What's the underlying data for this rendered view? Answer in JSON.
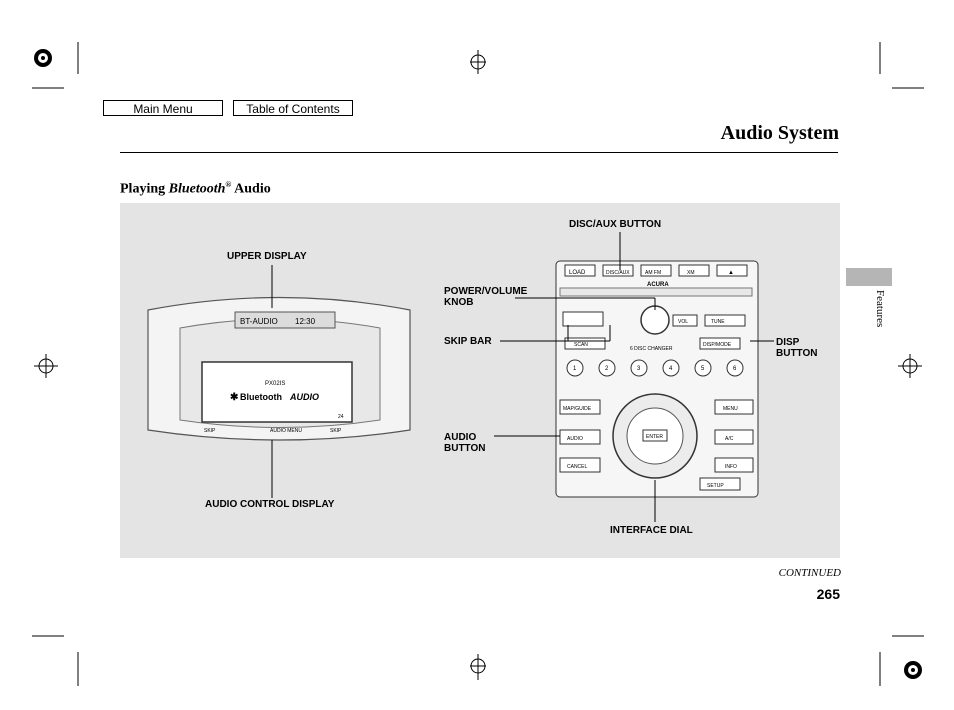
{
  "nav": {
    "main_menu": "Main Menu",
    "table_of_contents": "Table of Contents"
  },
  "header": {
    "title": "Audio System"
  },
  "section": {
    "prefix": "Playing ",
    "italic": "Bluetooth",
    "reg": "®",
    "suffix": " Audio"
  },
  "side_tab": {
    "label": "Features"
  },
  "callouts": {
    "upper_display": "UPPER DISPLAY",
    "disc_aux": "DISC/AUX BUTTON",
    "power_volume": "POWER/VOLUME\nKNOB",
    "skip_bar": "SKIP BAR",
    "disp_button": "DISP\nBUTTON",
    "audio_button": "AUDIO\nBUTTON",
    "audio_control_display": "AUDIO CONTROL DISPLAY",
    "interface_dial": "INTERFACE DIAL"
  },
  "upper_screen": {
    "mode": "BT-AUDIO",
    "time": "12:30"
  },
  "lower_screen": {
    "device": "PX02IS",
    "brand": "Bluetooth",
    "mode": "AUDIO",
    "track": "24",
    "left": "SKIP",
    "center": "AUDIO MENU",
    "right": "SKIP"
  },
  "console_buttons": {
    "load": "LOAD",
    "disc_aux": "DISC/AUX",
    "am_fm": "AM FM",
    "xm": "XM",
    "eject": "▲",
    "brand": "ACURA",
    "scan": "SCAN",
    "disc_changer": "6 DISC CHANGER",
    "disp_mode": "DISP/MODE",
    "tune": "TUNE",
    "vol": "VOL",
    "presets": [
      "1",
      "2",
      "3",
      "4",
      "5",
      "6"
    ],
    "map_guide": "MAP/GUIDE",
    "menu": "MENU",
    "audio": "AUDIO",
    "atc": "A/C",
    "cancel": "CANCEL",
    "info": "INFO",
    "setup": "SETUP",
    "enter": "ENTER"
  },
  "footer": {
    "continued": "CONTINUED",
    "page_number": "265"
  }
}
